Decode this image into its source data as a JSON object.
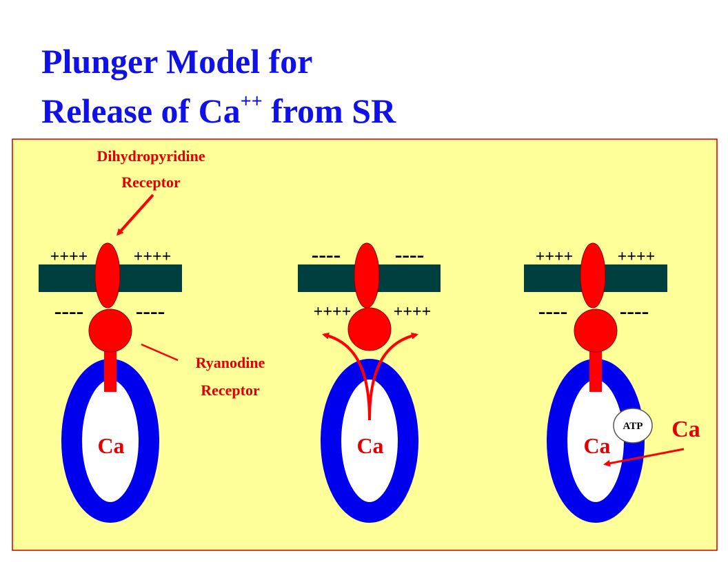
{
  "title": {
    "line1": "Plunger Model for",
    "line2_prefix": "Release of Ca",
    "line2_superscript": "++",
    "line2_suffix": " from SR"
  },
  "labels": {
    "dihydropyridine_1": "Dihydropyridine",
    "dihydropyridine_2": "Receptor",
    "ryanodine_1": "Ryanodine",
    "ryanodine_2": "Receptor",
    "atp": "ATP",
    "ca_outside": "Ca"
  },
  "panels": [
    {
      "top_charge_left": "++++",
      "top_charge_right": "++++",
      "bottom_charge_left": "----",
      "bottom_charge_right": "----",
      "ca_label": "Ca"
    },
    {
      "top_charge_left": "----",
      "top_charge_right": "----",
      "bottom_charge_left": "++++",
      "bottom_charge_right": "++++",
      "ca_label": "Ca"
    },
    {
      "top_charge_left": "++++",
      "top_charge_right": "++++",
      "bottom_charge_left": "----",
      "bottom_charge_right": "----",
      "ca_label": "Ca"
    }
  ],
  "colors": {
    "title": "#1010e8",
    "background_panel": "#ffff99",
    "panel_border": "#cc0000",
    "membrane": "#003f3f",
    "receptor": "#ff0000",
    "sr": "#0000ee",
    "label_red": "#e00000"
  }
}
